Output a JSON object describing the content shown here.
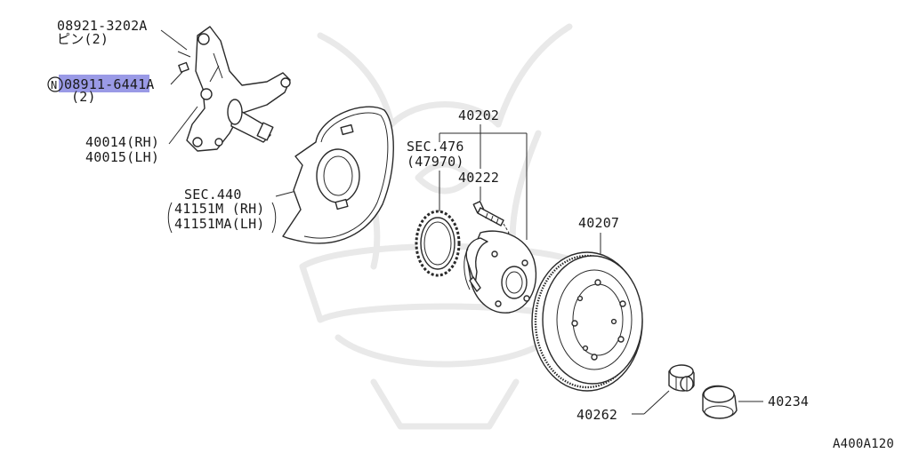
{
  "labels": {
    "pin_part": "08921-3202A",
    "pin_name": "ピン(2)",
    "bolt_marker": "N",
    "bolt_part": "08911-6441A",
    "bolt_qty": "(2)",
    "knuckle_rh": "40014(RH)",
    "knuckle_lh": "40015(LH)",
    "shield_sec": "SEC.440",
    "shield_rh": "41151M (RH)",
    "shield_lh": "41151MA(LH)",
    "sensor_sec": "SEC.476",
    "sensor_part": "(47970)",
    "hub_part": "40202",
    "stud_part": "40222",
    "rotor_part": "40207",
    "nut_part": "40262",
    "cap_part": "40234",
    "diagram_code": "A400A120"
  },
  "colors": {
    "highlight": "#9a9ae6",
    "line": "#2a2a2a",
    "watermark": "#e9e9e9"
  },
  "highlighted_part": "08911-6441A"
}
